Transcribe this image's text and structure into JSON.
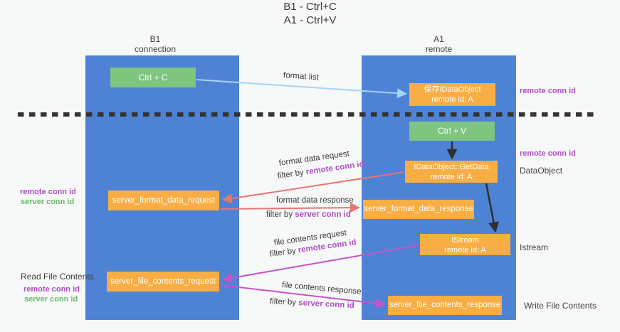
{
  "title": {
    "line1": "B1 - Ctrl+C",
    "line2": "A1 - Ctrl+V"
  },
  "columns": {
    "left": {
      "name": "B1",
      "role": "connection"
    },
    "right": {
      "name": "A1",
      "role": "remote"
    }
  },
  "boxes": {
    "ctrl_c": {
      "label": "Ctrl + C"
    },
    "save_dataobject": {
      "line1": "保存IDataObject",
      "line2": "remote id: A"
    },
    "ctrl_v": {
      "label": "Ctrl + V"
    },
    "getdata": {
      "line1": "IDataObject::GetData",
      "line2": "remote id: A"
    },
    "format_request": {
      "label": "server_format_data_request"
    },
    "format_response": {
      "label": "server_format_data_response"
    },
    "istream": {
      "line1": "IStream",
      "line2": "remote id: A"
    },
    "file_request": {
      "label": "server_file_contents_request"
    },
    "file_response": {
      "label": "server_file_contents_response"
    }
  },
  "flow_labels": {
    "format_list": "format list",
    "format_request": {
      "title": "format data request",
      "filter_prefix": "filter by ",
      "filter_key": "remote conn id"
    },
    "format_response": {
      "title": "format data response",
      "filter_prefix": "filter by ",
      "filter_key": "server conn id"
    },
    "file_request": {
      "title": "file contents request",
      "filter_prefix": "filter by ",
      "filter_key": "remote conn id"
    },
    "file_response": {
      "title": "file contents response",
      "filter_prefix": "filter by ",
      "filter_key": "server conn id"
    }
  },
  "side_labels": {
    "right_remote_top": "remote conn id",
    "right_remote_mid": "remote conn id",
    "dataobject": "DataObject",
    "istream": "Istream",
    "write_file_contents": "Write File Contents",
    "left_remote_top": "remote conn id",
    "left_server_top": "server conn id",
    "read_file_contents": "Read File Contents",
    "left_remote_bottom": "remote conn id",
    "left_server_bottom": "server conn id"
  },
  "colors": {
    "column_blue": "#4E82D5",
    "box_green": "#7EC580",
    "box_orange": "#F9AE45",
    "accent_purple": "#AE4FC4",
    "accent_green": "#67BC6B",
    "arrow_light_blue": "#A5D5F5",
    "arrow_red": "#E87575",
    "arrow_magenta": "#C952C9",
    "arrow_black": "#2F2F2F"
  }
}
